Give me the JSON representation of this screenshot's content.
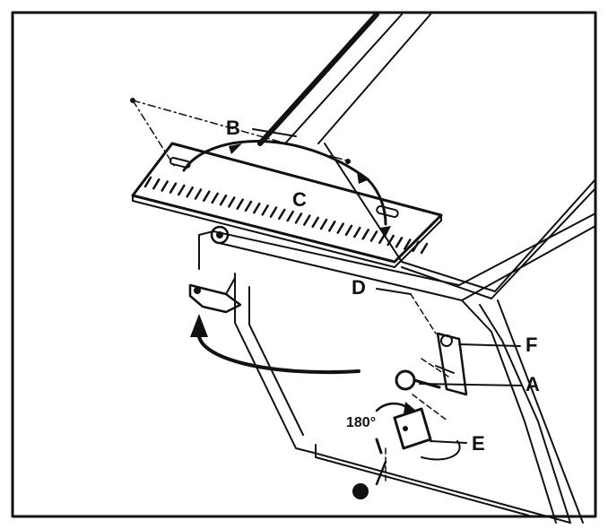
{
  "labels": {
    "a": "A",
    "b": "B",
    "c": "C",
    "d": "D",
    "e": "E",
    "f": "F",
    "rotation": "180°"
  },
  "colors": {
    "ink": "#111111",
    "paper": "#ffffff"
  }
}
